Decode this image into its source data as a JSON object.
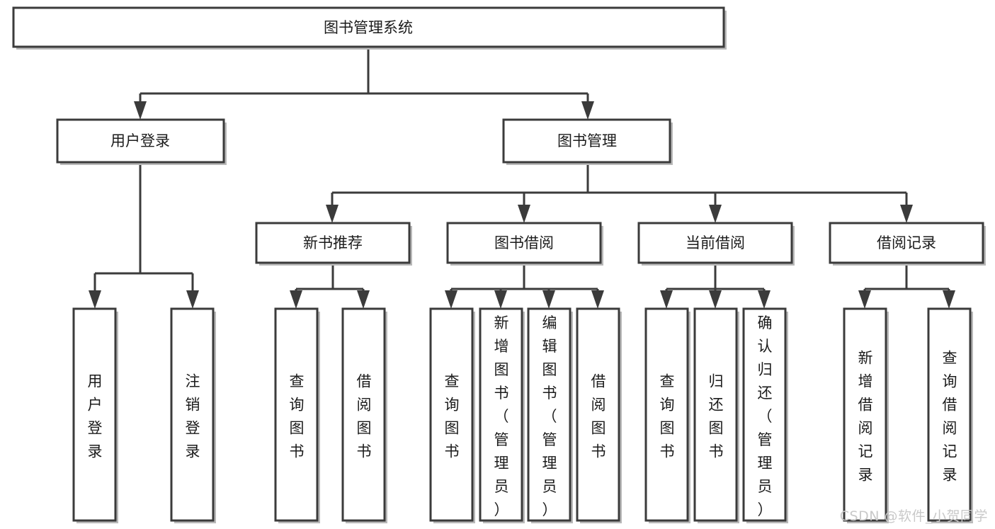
{
  "diagram": {
    "type": "tree-hierarchy-chart",
    "title": "图书管理系统",
    "watermark": "CSDN @软件_小贺同学",
    "colors": {
      "box_stroke": "#3b3b3b",
      "box_fill": "#ffffff",
      "text": "#1b1b1b",
      "watermark": "#c9c9c9",
      "background": "#ffffff"
    },
    "levels": {
      "root": {
        "label": "图书管理系统"
      },
      "level2": [
        {
          "label": "用户登录"
        },
        {
          "label": "图书管理"
        }
      ],
      "level3": [
        {
          "label": "新书推荐"
        },
        {
          "label": "图书借阅"
        },
        {
          "label": "当前借阅"
        },
        {
          "label": "借阅记录"
        }
      ],
      "leaves": {
        "user_login": [
          {
            "label": "用户登录"
          },
          {
            "label": "注销登录"
          }
        ],
        "new_book_recommend": [
          {
            "label": "查询图书"
          },
          {
            "label": "借阅图书"
          }
        ],
        "book_borrow": [
          {
            "label": "查询图书"
          },
          {
            "label": "新增图书（管理员）"
          },
          {
            "label": "编辑图书（管理员）"
          },
          {
            "label": "借阅图书"
          }
        ],
        "current_borrow": [
          {
            "label": "查询图书"
          },
          {
            "label": "归还图书"
          },
          {
            "label": "确认归还（管理员）"
          }
        ],
        "borrow_record": [
          {
            "label": "新增借阅记录"
          },
          {
            "label": "查询借阅记录"
          }
        ]
      }
    }
  }
}
